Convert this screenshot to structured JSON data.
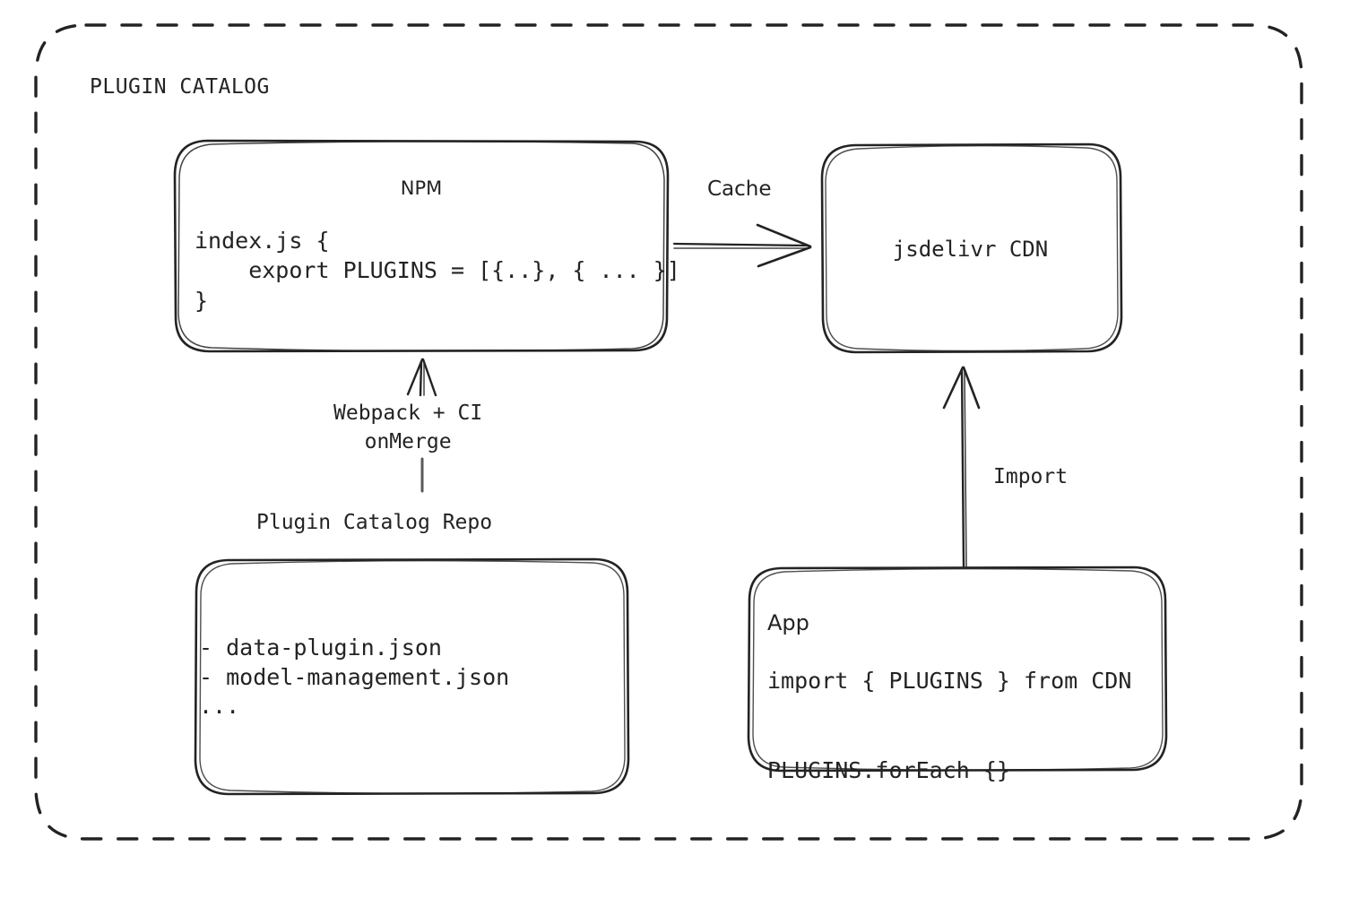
{
  "diagram": {
    "title": "Plugin Catalog architecture",
    "group_label": "PLUGIN CATALOG",
    "stroke_color": "#232323",
    "background_color": "#ffffff",
    "nodes": {
      "npm": {
        "title": "NPM",
        "code": "index.js {\n    export PLUGINS = [{..}, { ... }]\n}"
      },
      "cdn": {
        "title": "jsdelivr CDN"
      },
      "repo": {
        "caption": "Plugin Catalog Repo",
        "items": "- data-plugin.json\n- model-management.json\n..."
      },
      "app": {
        "title": "App",
        "code": "import { PLUGINS } from CDN\n\nPLUGINS.forEach {}"
      }
    },
    "edges": {
      "npm_to_cdn": {
        "label": "Cache"
      },
      "repo_to_npm": {
        "label": "Webpack + CI\nonMerge"
      },
      "app_to_cdn": {
        "label": "Import"
      }
    }
  }
}
